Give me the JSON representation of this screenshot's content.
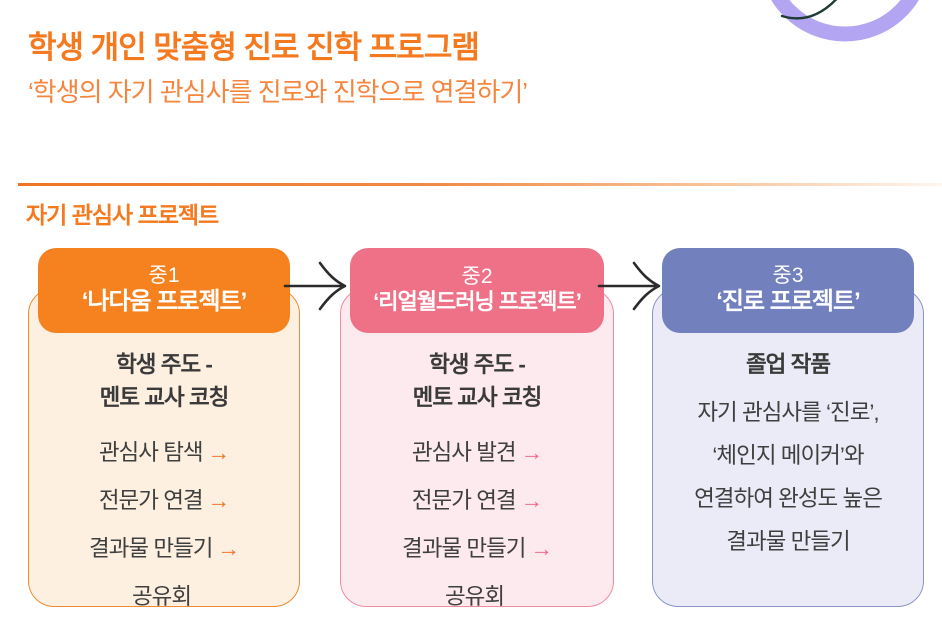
{
  "page": {
    "title": "학생 개인 맞춤형 진로 진학 프로그램",
    "subtitle": "‘학생의 자기 관심사를 진로와 진학으로 연결하기’",
    "section_heading": "자기 관심사 프로젝트"
  },
  "colors": {
    "accent_orange": "#f4791f",
    "card1_header": "#f5821f",
    "card1_bg": "#fdf0e1",
    "card1_border": "#ef8b33",
    "card2_header": "#ee7187",
    "card2_bg": "#fdeaee",
    "card2_border": "#ee8ca1",
    "card3_header": "#7280bd",
    "card3_bg": "#eaebf6",
    "card3_border": "#8b96c9",
    "flow_arrow": "#2b2b2b",
    "decoration_ring": "#b4a5f3"
  },
  "cards": [
    {
      "grade": "중1",
      "title": "‘나다움 프로젝트’",
      "lead": [
        "학생 주도 -",
        "멘토 교사 코칭"
      ],
      "steps": [
        {
          "label": "관심사 탐색",
          "arrow": "→"
        },
        {
          "label": "전문가 연결",
          "arrow": "→"
        },
        {
          "label": "결과물 만들기",
          "arrow": "→"
        },
        {
          "label": "공유회",
          "arrow": ""
        }
      ]
    },
    {
      "grade": "중2",
      "title": "‘리얼월드러닝 프로젝트’",
      "lead": [
        "학생 주도 -",
        "멘토 교사 코칭"
      ],
      "steps": [
        {
          "label": "관심사 발견",
          "arrow": "→"
        },
        {
          "label": "전문가 연결",
          "arrow": "→"
        },
        {
          "label": "결과물 만들기",
          "arrow": "→"
        },
        {
          "label": "공유회",
          "arrow": ""
        }
      ]
    },
    {
      "grade": "중3",
      "title": "‘진로 프로젝트’",
      "lead": [
        "졸업 작품"
      ],
      "body_lines": [
        "자기 관심사를 ‘진로’,",
        "‘체인지 메이커’와",
        "연결하여 완성도 높은",
        "결과물 만들기"
      ]
    }
  ]
}
